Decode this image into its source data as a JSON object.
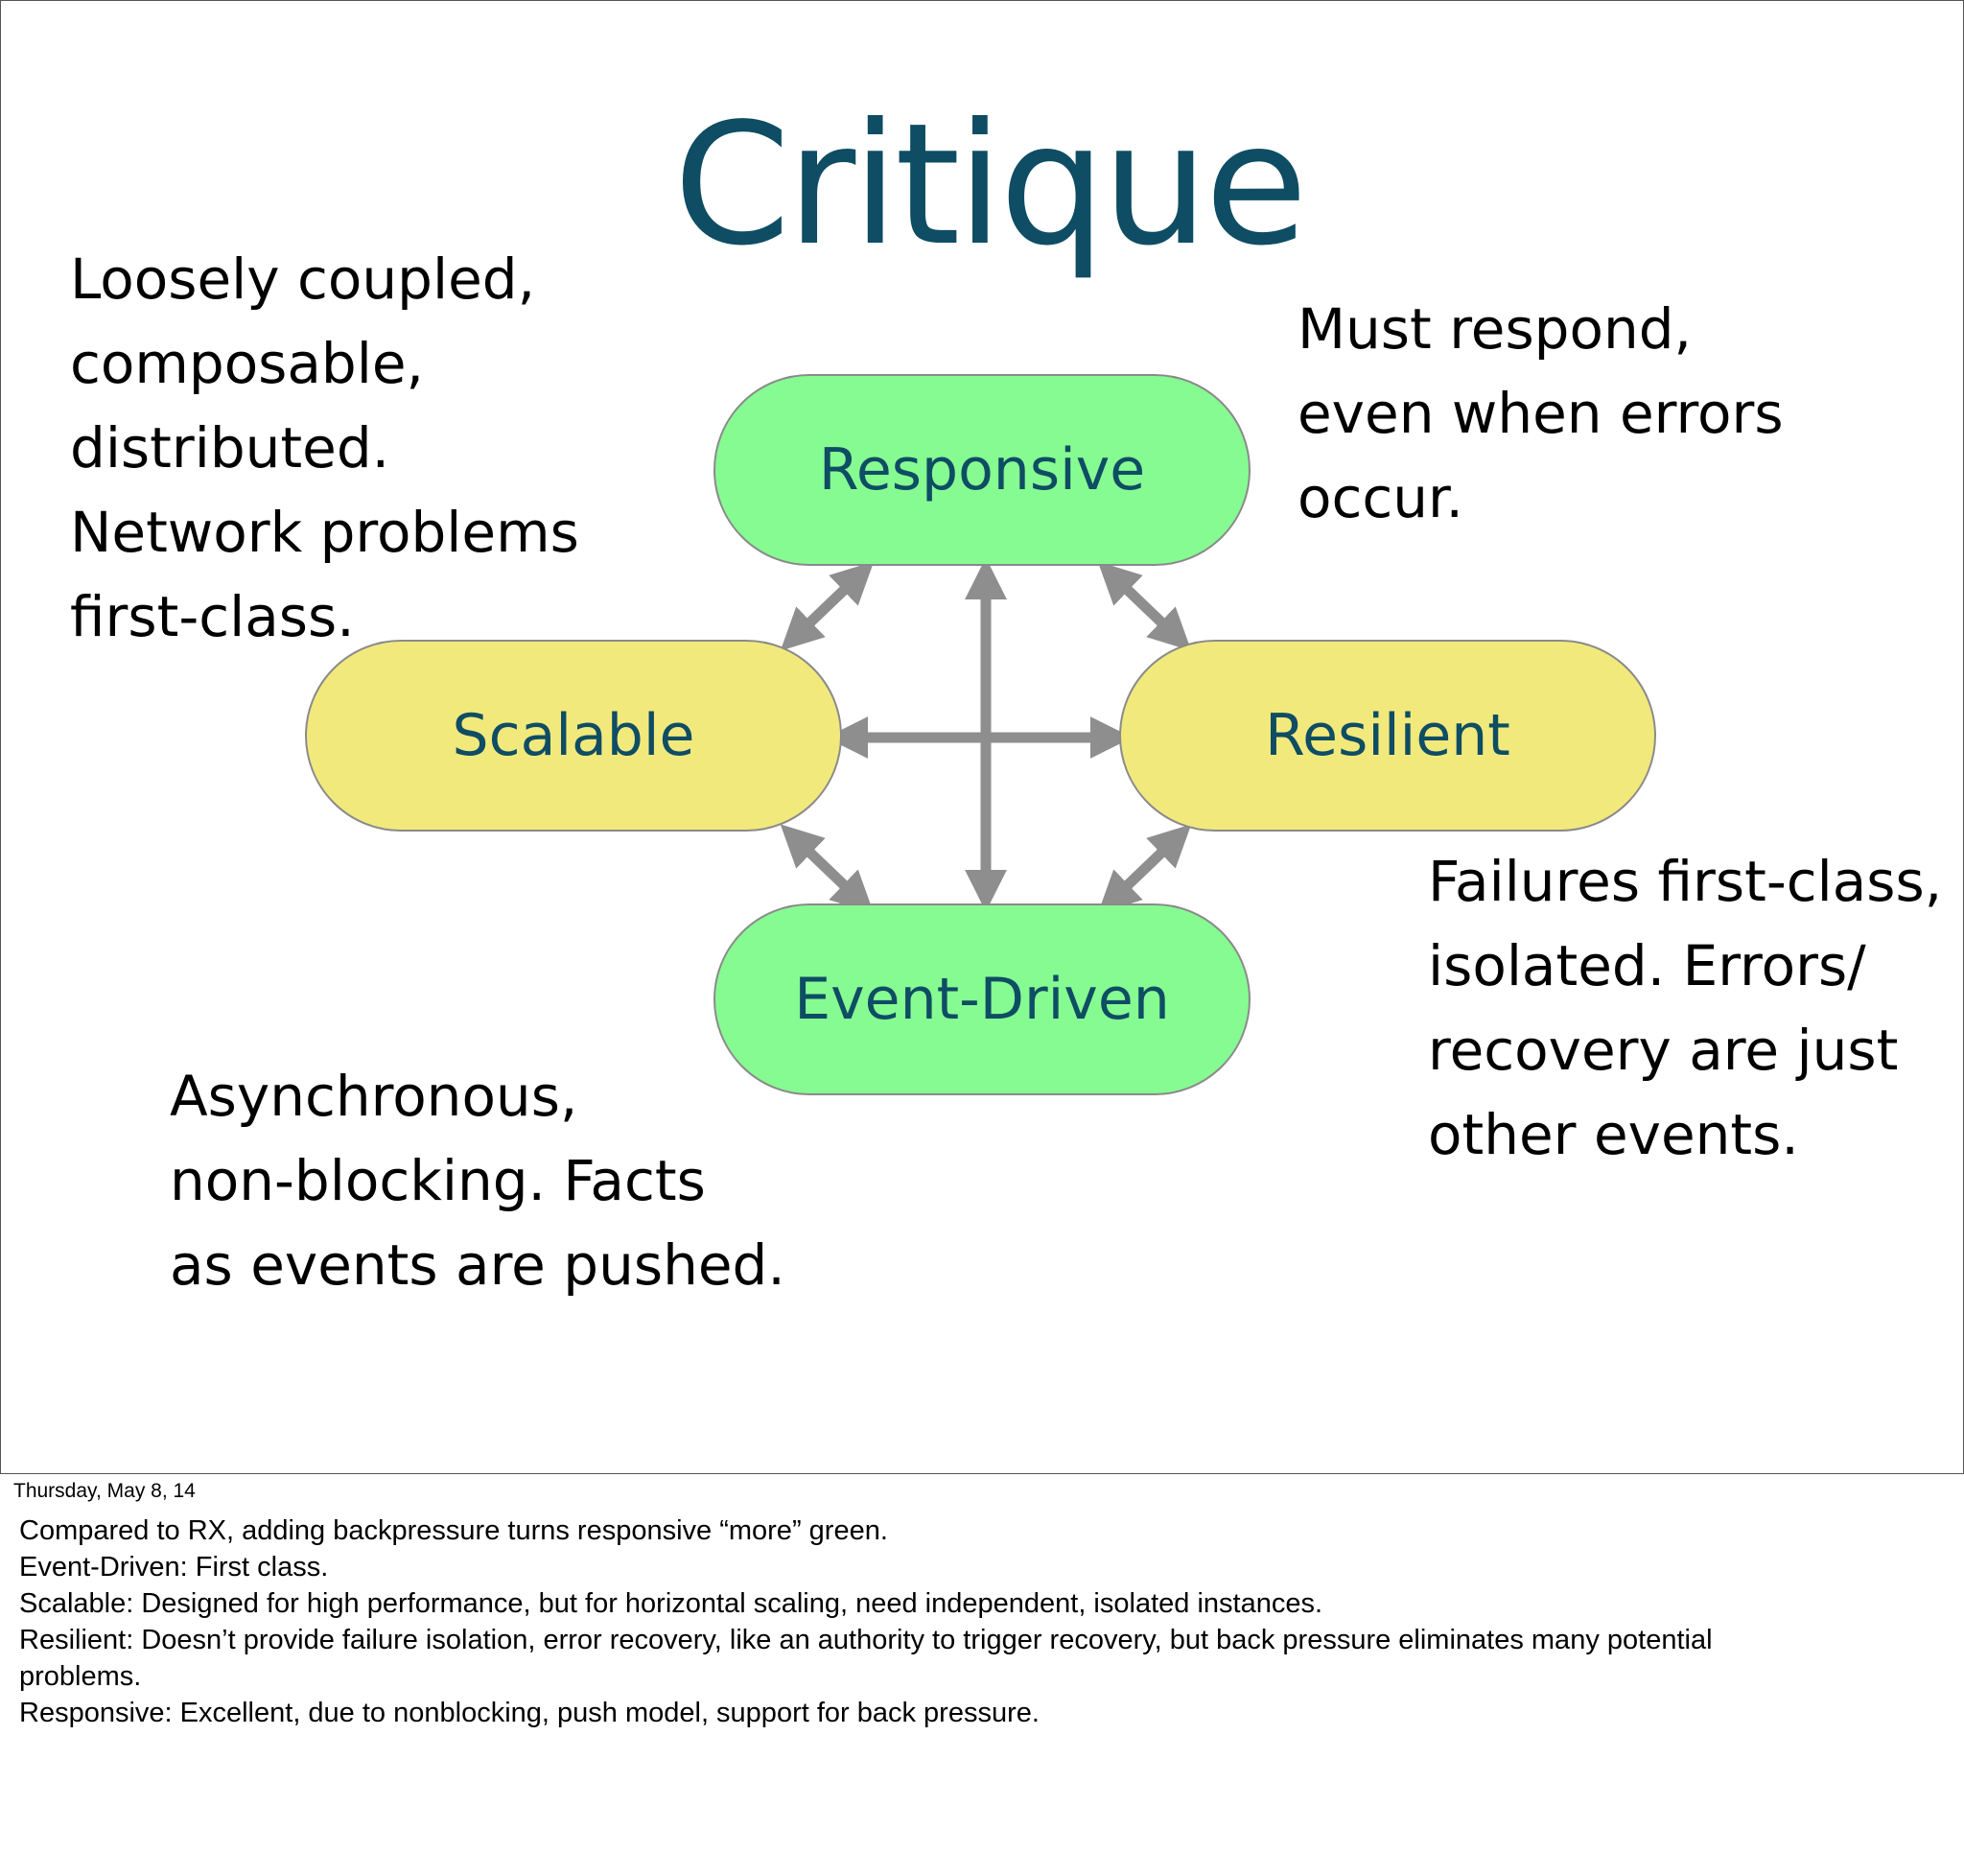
{
  "slide": {
    "title": "Critique",
    "nodes": {
      "responsive": "Responsive",
      "scalable": "Scalable",
      "resilient": "Resilient",
      "event_driven": "Event-Driven"
    },
    "annotations": {
      "top_left": [
        "Loosely coupled,",
        "composable,",
        "distributed.",
        "Network problems",
        "first-class."
      ],
      "top_right": [
        "Must respond,",
        "even when errors",
        "occur."
      ],
      "bottom_right": [
        "Failures first-class,",
        "isolated. Errors/",
        "recovery are just",
        "other events."
      ],
      "bottom_left": [
        "Asynchronous,",
        "non-blocking. Facts",
        "as events are pushed."
      ]
    },
    "colors": {
      "title": "#0e4d63",
      "green_node": "#86fb92",
      "yellow_node": "#f2e97d",
      "arrow": "#8e8e8e"
    }
  },
  "notes": {
    "date": "Thursday, May 8, 14",
    "lines": [
      "Compared to RX, adding backpressure turns responsive “more” green.",
      "Event-Driven: First class.",
      "Scalable: Designed for high performance, but for horizontal scaling, need independent, isolated instances.",
      "Resilient: Doesn’t provide failure isolation, error recovery, like an authority to trigger recovery, but back pressure eliminates many potential",
      "problems.",
      "Responsive: Excellent, due to nonblocking, push model, support for back pressure."
    ]
  }
}
